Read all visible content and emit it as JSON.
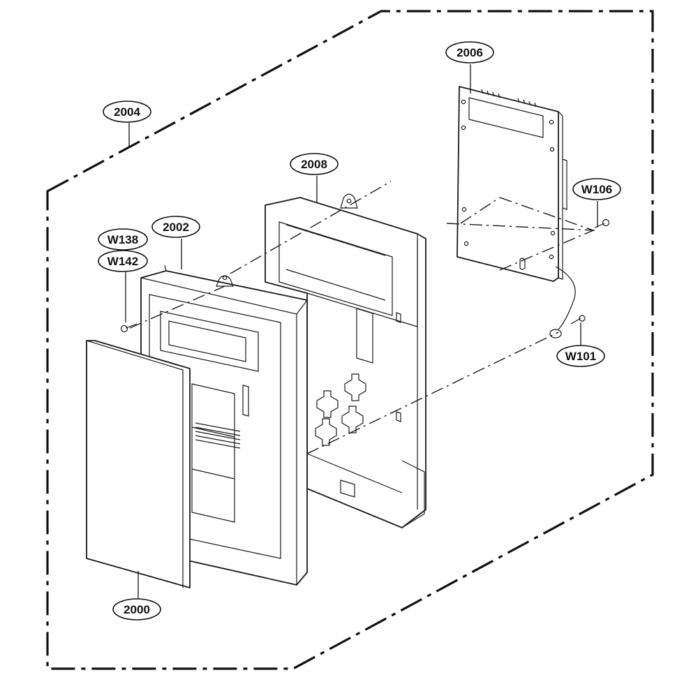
{
  "diagram": {
    "callouts": [
      {
        "id": "2004",
        "text": "2004"
      },
      {
        "id": "2006",
        "text": "2006"
      },
      {
        "id": "2008",
        "text": "2008"
      },
      {
        "id": "W106",
        "text": "W106"
      },
      {
        "id": "W138",
        "text": "W138"
      },
      {
        "id": "2002",
        "text": "2002"
      },
      {
        "id": "W142",
        "text": "W142"
      },
      {
        "id": "W101",
        "text": "W101"
      },
      {
        "id": "2000",
        "text": "2000"
      }
    ]
  },
  "colors": {
    "line": "#1a1a1a",
    "background": "#ffffff"
  }
}
